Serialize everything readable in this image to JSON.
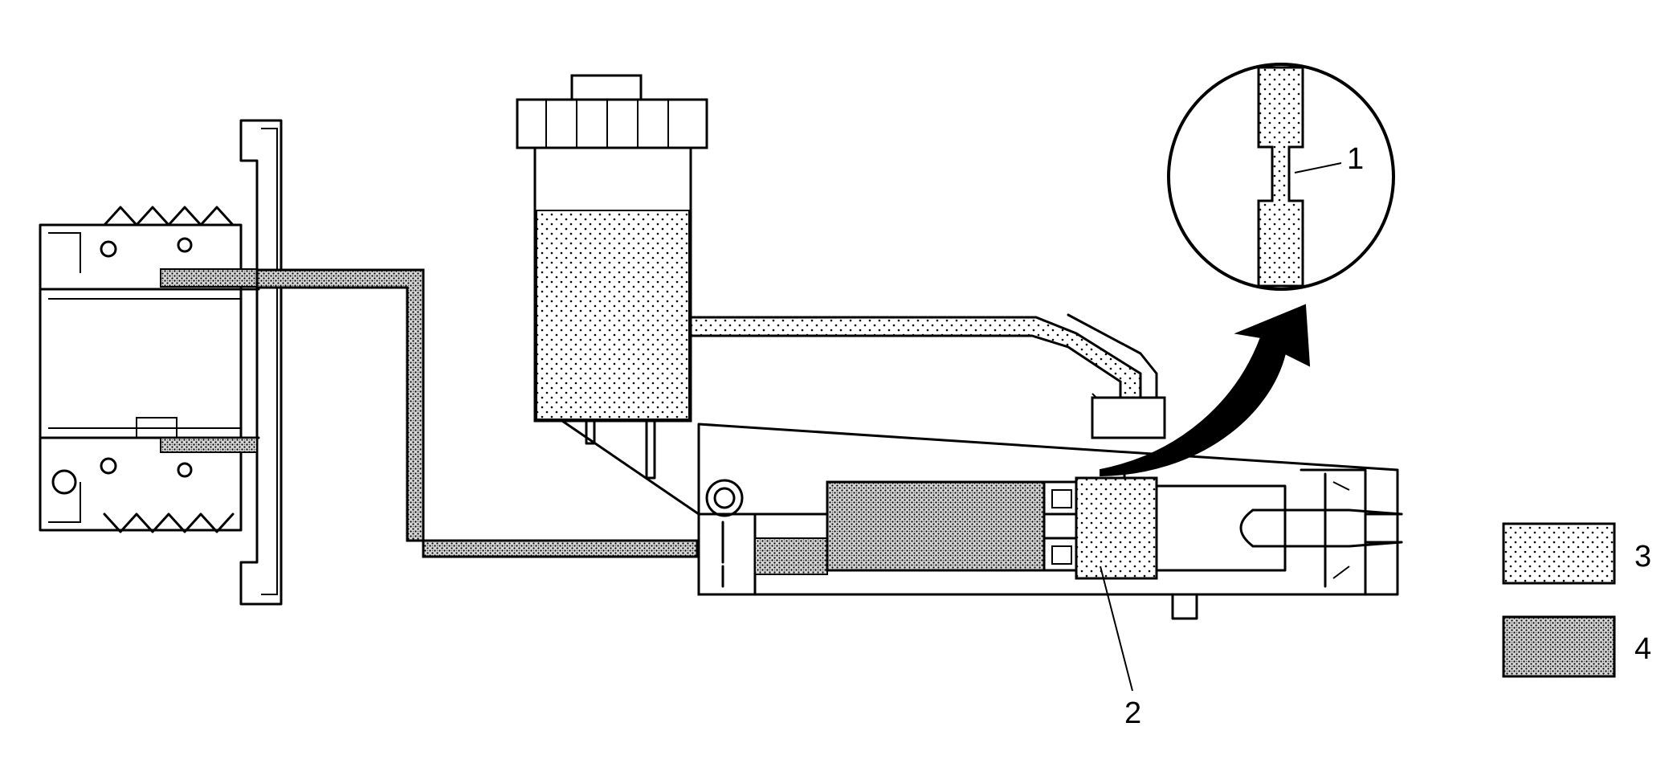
{
  "callouts": {
    "orifice": "1",
    "seal": "2"
  },
  "legend": {
    "items": [
      {
        "key": "3",
        "pattern": "sparse-dots"
      },
      {
        "key": "4",
        "pattern": "dense-stipple"
      }
    ]
  },
  "colors": {
    "ink": "#000000",
    "paper": "#ffffff"
  }
}
